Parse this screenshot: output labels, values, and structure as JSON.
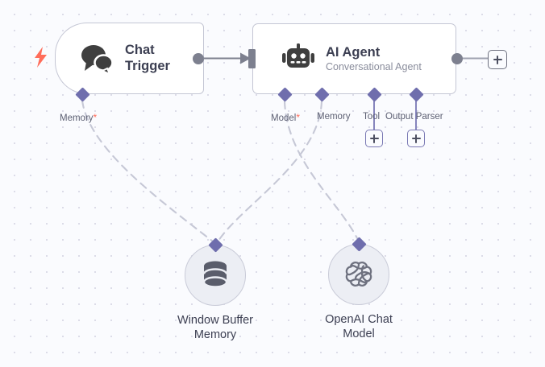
{
  "canvas": {
    "background_color": "#fafbfe",
    "grid_dot_color": "#dcdce8",
    "accent_purple": "#6f6ead",
    "accent_red": "#ff6d5a",
    "connector_gray": "#7d808f",
    "edge_dashed_color": "#c6c8d6"
  },
  "nodes": {
    "chat_trigger": {
      "title_line1": "Chat",
      "title_line2": "Trigger",
      "icon": "chat-bubbles-icon",
      "trigger_icon": "lightning-bolt-icon",
      "ports": [
        {
          "name": "Memory",
          "required_marker": "*",
          "type": "diamond"
        }
      ]
    },
    "ai_agent": {
      "title": "AI Agent",
      "subtitle": "Conversational Agent",
      "icon": "robot-icon",
      "ports": [
        {
          "name": "Model",
          "required_marker": "*",
          "type": "diamond",
          "has_plus": false
        },
        {
          "name": "Memory",
          "required_marker": "",
          "type": "diamond",
          "has_plus": false
        },
        {
          "name": "Tool",
          "required_marker": "",
          "type": "diamond",
          "has_plus": true
        },
        {
          "name": "Output Parser",
          "required_marker": "",
          "type": "diamond",
          "has_plus": true
        }
      ],
      "output_plus_label": "+"
    },
    "window_buffer_memory": {
      "label_line1": "Window Buffer",
      "label_line2": "Memory",
      "icon": "database-icon"
    },
    "openai_chat_model": {
      "label_line1": "OpenAI Chat",
      "label_line2": "Model",
      "icon": "openai-logo-icon"
    }
  },
  "buttons": {
    "add_tool": "+",
    "add_output_parser": "+",
    "add_next_node": "+"
  }
}
